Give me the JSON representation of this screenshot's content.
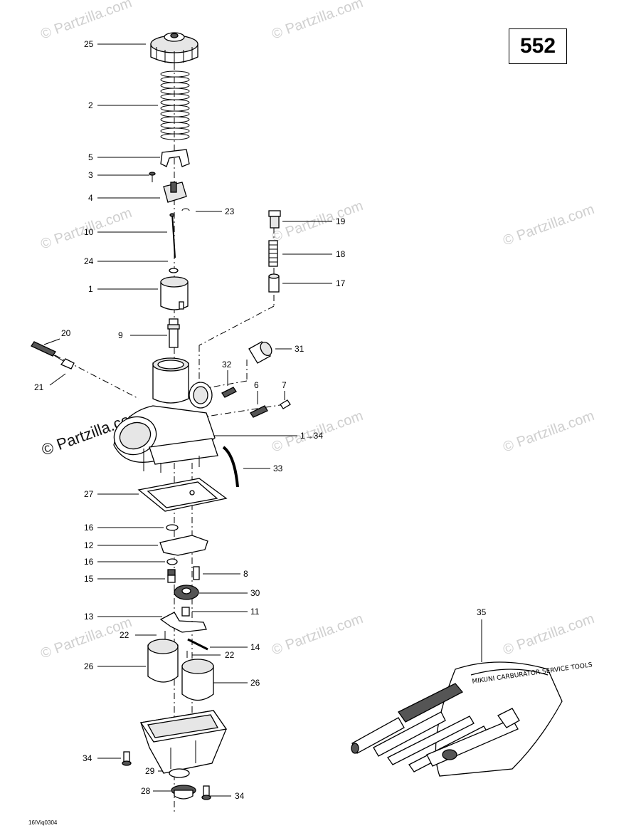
{
  "page_number": "552",
  "drawing_code": "16\\Viq0304",
  "watermark": "© Partzilla.com",
  "tool_kit_text": "MIKUNI CARBURATOR SERVICE TOOLS",
  "callouts": [
    {
      "id": "c25",
      "text": "25"
    },
    {
      "id": "c2",
      "text": "2"
    },
    {
      "id": "c5",
      "text": "5"
    },
    {
      "id": "c3",
      "text": "3"
    },
    {
      "id": "c4",
      "text": "4"
    },
    {
      "id": "c23",
      "text": "23"
    },
    {
      "id": "c10",
      "text": "10"
    },
    {
      "id": "c19",
      "text": "19"
    },
    {
      "id": "c18",
      "text": "18"
    },
    {
      "id": "c24",
      "text": "24"
    },
    {
      "id": "c1",
      "text": "1"
    },
    {
      "id": "c17",
      "text": "17"
    },
    {
      "id": "c9",
      "text": "9"
    },
    {
      "id": "c20",
      "text": "20"
    },
    {
      "id": "c31",
      "text": "31"
    },
    {
      "id": "c32",
      "text": "32"
    },
    {
      "id": "c6",
      "text": "6"
    },
    {
      "id": "c7",
      "text": "7"
    },
    {
      "id": "c21",
      "text": "21"
    },
    {
      "id": "c1to34",
      "text": "1→34"
    },
    {
      "id": "c33",
      "text": "33"
    },
    {
      "id": "c27",
      "text": "27"
    },
    {
      "id": "c16a",
      "text": "16"
    },
    {
      "id": "c12",
      "text": "12"
    },
    {
      "id": "c16b",
      "text": "16"
    },
    {
      "id": "c8",
      "text": "8"
    },
    {
      "id": "c15",
      "text": "15"
    },
    {
      "id": "c30",
      "text": "30"
    },
    {
      "id": "c11",
      "text": "11"
    },
    {
      "id": "c13",
      "text": "13"
    },
    {
      "id": "c35",
      "text": "35"
    },
    {
      "id": "c22a",
      "text": "22"
    },
    {
      "id": "c14",
      "text": "14"
    },
    {
      "id": "c22b",
      "text": "22"
    },
    {
      "id": "c26a",
      "text": "26"
    },
    {
      "id": "c26b",
      "text": "26"
    },
    {
      "id": "c34a",
      "text": "34"
    },
    {
      "id": "c29",
      "text": "29"
    },
    {
      "id": "c28",
      "text": "28"
    },
    {
      "id": "c34b",
      "text": "34"
    }
  ]
}
